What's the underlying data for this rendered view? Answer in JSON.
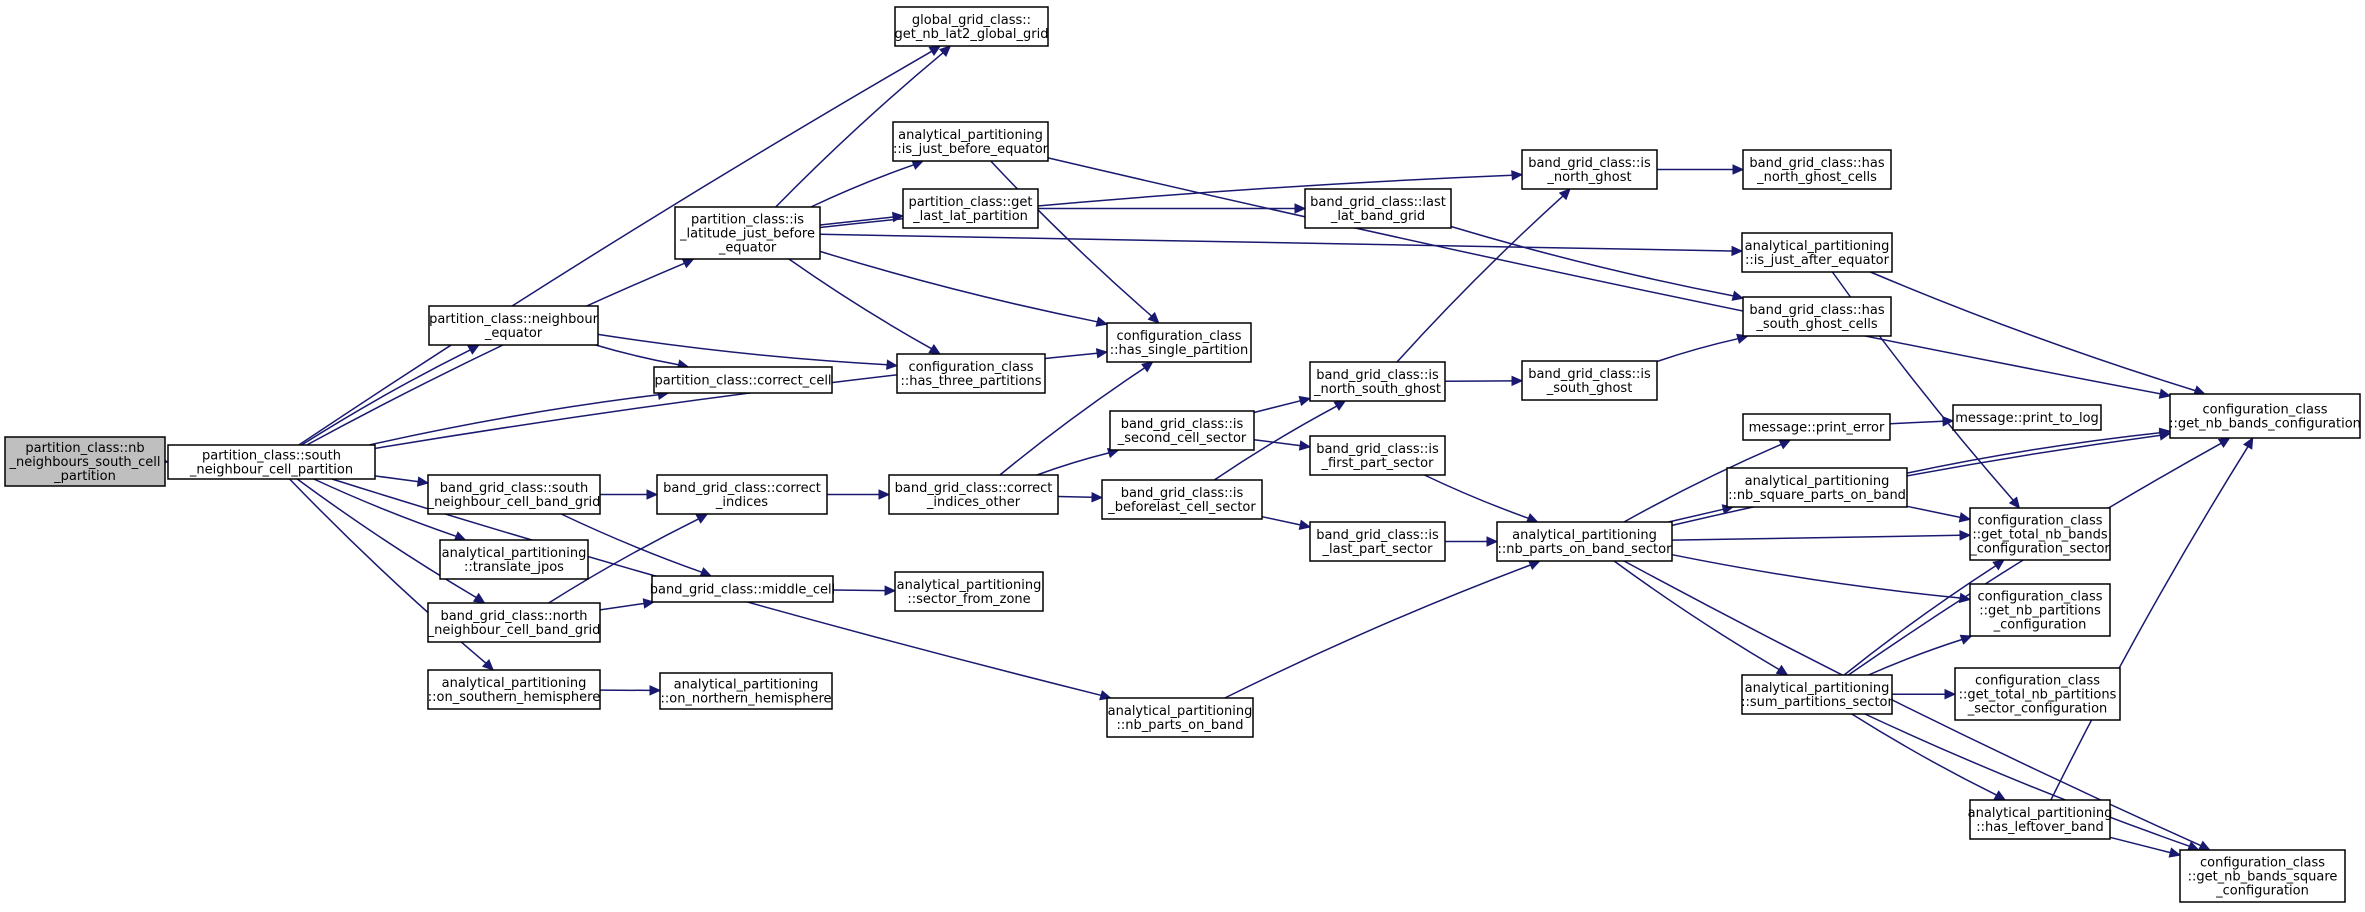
{
  "colors": {
    "edge": "#191970",
    "root_fill": "#bfbfbf",
    "node_fill": "#ffffff",
    "border": "#000000"
  },
  "nodes": [
    {
      "id": "root",
      "root": true,
      "lines": [
        "partition_class::nb",
        "_neighbours_south_cell",
        "_partition"
      ]
    },
    {
      "id": "south_ncp",
      "lines": [
        "partition_class::south",
        "_neighbour_cell_partition"
      ]
    },
    {
      "id": "global_nb",
      "lines": [
        "global_grid_class::",
        "get_nb_lat2_global_grid"
      ]
    },
    {
      "id": "ap_before_eq",
      "lines": [
        "analytical_partitioning",
        "::is_just_before_equator"
      ]
    },
    {
      "id": "pc_last_lat",
      "lines": [
        "partition_class::get",
        "_last_lat_partition"
      ]
    },
    {
      "id": "pc_is_lat",
      "lines": [
        "partition_class::is",
        "_latitude_just_before",
        "_equator"
      ]
    },
    {
      "id": "pc_neigh_eq",
      "lines": [
        "partition_class::neighbour",
        "_equator"
      ]
    },
    {
      "id": "pc_correct_cell",
      "lines": [
        "partition_class::correct_cell"
      ]
    },
    {
      "id": "cc_three",
      "lines": [
        "configuration_class",
        "::has_three_partitions"
      ]
    },
    {
      "id": "cc_single",
      "lines": [
        "configuration_class",
        "::has_single_partition"
      ]
    },
    {
      "id": "bgc_south_nbg",
      "lines": [
        "band_grid_class::south",
        "_neighbour_cell_band_grid"
      ]
    },
    {
      "id": "ap_translate",
      "lines": [
        "analytical_partitioning",
        "::translate_jpos"
      ]
    },
    {
      "id": "bgc_north_nbg",
      "lines": [
        "band_grid_class::north",
        "_neighbour_cell_band_grid"
      ]
    },
    {
      "id": "ap_south_hemi",
      "lines": [
        "analytical_partitioning",
        "::on_southern_hemisphere"
      ]
    },
    {
      "id": "ap_north_hemi",
      "lines": [
        "analytical_partitioning",
        "::on_northern_hemisphere"
      ]
    },
    {
      "id": "bgc_correct_idx",
      "lines": [
        "band_grid_class::correct",
        "_indices"
      ]
    },
    {
      "id": "bgc_middle",
      "lines": [
        "band_grid_class::middle_cell"
      ]
    },
    {
      "id": "ap_sector_zone",
      "lines": [
        "analytical_partitioning",
        "::sector_from_zone"
      ]
    },
    {
      "id": "bgc_correct_other",
      "lines": [
        "band_grid_class::correct",
        "_indices_other"
      ]
    },
    {
      "id": "bgc_second",
      "lines": [
        "band_grid_class::is",
        "_second_cell_sector"
      ]
    },
    {
      "id": "bgc_beforelast",
      "lines": [
        "band_grid_class::is",
        "_beforelast_cell_sector"
      ]
    },
    {
      "id": "ap_nb_parts_band",
      "lines": [
        "analytical_partitioning",
        "::nb_parts_on_band"
      ]
    },
    {
      "id": "bgc_last_lat",
      "lines": [
        "band_grid_class::last",
        "_lat_band_grid"
      ]
    },
    {
      "id": "bgc_ns_ghost",
      "lines": [
        "band_grid_class::is",
        "_north_south_ghost"
      ]
    },
    {
      "id": "bgc_first_part",
      "lines": [
        "band_grid_class::is",
        "_first_part_sector"
      ]
    },
    {
      "id": "bgc_last_part",
      "lines": [
        "band_grid_class::is",
        "_last_part_sector"
      ]
    },
    {
      "id": "bgc_north_ghost",
      "lines": [
        "band_grid_class::is",
        "_north_ghost"
      ]
    },
    {
      "id": "bgc_south_ghost",
      "lines": [
        "band_grid_class::is",
        "_south_ghost"
      ]
    },
    {
      "id": "ap_nb_parts_sector",
      "lines": [
        "analytical_partitioning",
        "::nb_parts_on_band_sector"
      ]
    },
    {
      "id": "bgc_has_north",
      "lines": [
        "band_grid_class::has",
        "_north_ghost_cells"
      ]
    },
    {
      "id": "ap_after_eq",
      "lines": [
        "analytical_partitioning",
        "::is_just_after_equator"
      ]
    },
    {
      "id": "bgc_has_south",
      "lines": [
        "band_grid_class::has",
        "_south_ghost_cells"
      ]
    },
    {
      "id": "msg_print_error",
      "lines": [
        "message::print_error"
      ]
    },
    {
      "id": "msg_print_log",
      "lines": [
        "message::print_to_log"
      ]
    },
    {
      "id": "ap_nb_square",
      "lines": [
        "analytical_partitioning",
        "::nb_square_parts_on_band"
      ]
    },
    {
      "id": "ap_sum_sector",
      "lines": [
        "analytical_partitioning",
        "::sum_partitions_sector"
      ]
    },
    {
      "id": "ap_leftover",
      "lines": [
        "analytical_partitioning",
        "::has_leftover_band"
      ]
    },
    {
      "id": "cc_nb_bands",
      "lines": [
        "configuration_class",
        "::get_nb_bands_configuration"
      ]
    },
    {
      "id": "cc_total_bands_sector",
      "lines": [
        "configuration_class",
        "::get_total_nb_bands",
        "_configuration_sector"
      ]
    },
    {
      "id": "cc_nb_partitions",
      "lines": [
        "configuration_class",
        "::get_nb_partitions",
        "_configuration"
      ]
    },
    {
      "id": "cc_total_partitions_sector",
      "lines": [
        "configuration_class",
        "::get_total_nb_partitions",
        "_sector_configuration"
      ]
    },
    {
      "id": "cc_nb_bands_square",
      "lines": [
        "configuration_class",
        "::get_nb_bands_square",
        "_configuration"
      ]
    }
  ],
  "edges": [
    [
      "root",
      "south_ncp"
    ],
    [
      "south_ncp",
      "global_nb"
    ],
    [
      "south_ncp",
      "pc_is_lat"
    ],
    [
      "south_ncp",
      "pc_neigh_eq"
    ],
    [
      "south_ncp",
      "pc_correct_cell"
    ],
    [
      "south_ncp",
      "cc_single"
    ],
    [
      "south_ncp",
      "bgc_south_nbg"
    ],
    [
      "south_ncp",
      "ap_translate"
    ],
    [
      "south_ncp",
      "bgc_north_nbg"
    ],
    [
      "south_ncp",
      "ap_south_hemi"
    ],
    [
      "south_ncp",
      "ap_nb_parts_band"
    ],
    [
      "pc_is_lat",
      "global_nb"
    ],
    [
      "pc_is_lat",
      "ap_before_eq"
    ],
    [
      "pc_is_lat",
      "pc_last_lat"
    ],
    [
      "pc_is_lat",
      "bgc_north_ghost"
    ],
    [
      "pc_is_lat",
      "cc_three"
    ],
    [
      "pc_is_lat",
      "cc_single"
    ],
    [
      "pc_is_lat",
      "ap_after_eq"
    ],
    [
      "pc_neigh_eq",
      "pc_correct_cell"
    ],
    [
      "pc_neigh_eq",
      "cc_three"
    ],
    [
      "ap_before_eq",
      "cc_single"
    ],
    [
      "ap_before_eq",
      "cc_nb_bands"
    ],
    [
      "pc_last_lat",
      "bgc_last_lat"
    ],
    [
      "bgc_last_lat",
      "bgc_has_south"
    ],
    [
      "bgc_south_nbg",
      "bgc_correct_idx"
    ],
    [
      "bgc_south_nbg",
      "bgc_middle"
    ],
    [
      "bgc_north_nbg",
      "bgc_correct_idx"
    ],
    [
      "bgc_north_nbg",
      "bgc_middle"
    ],
    [
      "ap_south_hemi",
      "ap_north_hemi"
    ],
    [
      "bgc_middle",
      "ap_sector_zone"
    ],
    [
      "bgc_correct_idx",
      "bgc_correct_other"
    ],
    [
      "bgc_correct_other",
      "cc_single"
    ],
    [
      "bgc_correct_other",
      "bgc_second"
    ],
    [
      "bgc_correct_other",
      "bgc_beforelast"
    ],
    [
      "bgc_second",
      "bgc_ns_ghost"
    ],
    [
      "bgc_second",
      "bgc_first_part"
    ],
    [
      "bgc_beforelast",
      "bgc_ns_ghost"
    ],
    [
      "bgc_beforelast",
      "bgc_last_part"
    ],
    [
      "bgc_ns_ghost",
      "bgc_north_ghost"
    ],
    [
      "bgc_ns_ghost",
      "bgc_south_ghost"
    ],
    [
      "bgc_north_ghost",
      "bgc_has_north"
    ],
    [
      "bgc_south_ghost",
      "bgc_has_south"
    ],
    [
      "bgc_first_part",
      "ap_nb_parts_sector"
    ],
    [
      "bgc_last_part",
      "ap_nb_parts_sector"
    ],
    [
      "ap_nb_parts_band",
      "ap_nb_parts_sector"
    ],
    [
      "ap_after_eq",
      "cc_nb_bands"
    ],
    [
      "ap_after_eq",
      "cc_total_bands_sector"
    ],
    [
      "ap_nb_parts_sector",
      "msg_print_error"
    ],
    [
      "ap_nb_parts_sector",
      "ap_nb_square"
    ],
    [
      "ap_nb_parts_sector",
      "cc_nb_bands"
    ],
    [
      "ap_nb_parts_sector",
      "cc_total_bands_sector"
    ],
    [
      "ap_nb_parts_sector",
      "cc_nb_partitions"
    ],
    [
      "ap_nb_parts_sector",
      "ap_sum_sector"
    ],
    [
      "ap_nb_parts_sector",
      "cc_nb_bands_square"
    ],
    [
      "msg_print_error",
      "msg_print_log"
    ],
    [
      "ap_nb_square",
      "cc_nb_bands"
    ],
    [
      "ap_nb_square",
      "cc_total_bands_sector"
    ],
    [
      "ap_sum_sector",
      "cc_total_bands_sector"
    ],
    [
      "ap_sum_sector",
      "cc_nb_partitions"
    ],
    [
      "ap_sum_sector",
      "cc_total_partitions_sector"
    ],
    [
      "ap_sum_sector",
      "cc_nb_bands"
    ],
    [
      "ap_sum_sector",
      "ap_leftover"
    ],
    [
      "ap_sum_sector",
      "cc_nb_bands_square"
    ],
    [
      "ap_leftover",
      "cc_nb_bands"
    ],
    [
      "ap_leftover",
      "cc_nb_bands_square"
    ]
  ]
}
